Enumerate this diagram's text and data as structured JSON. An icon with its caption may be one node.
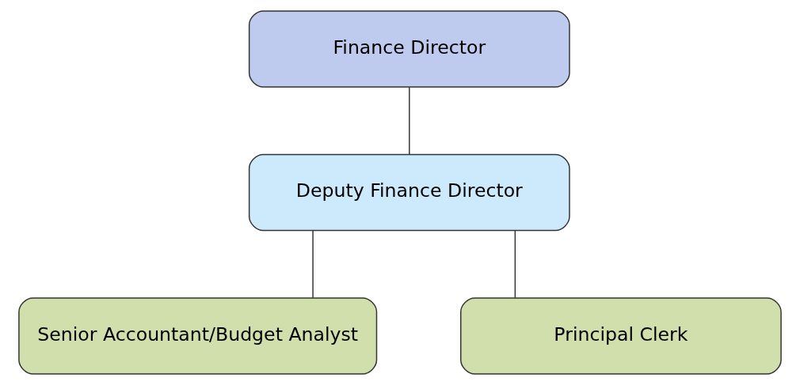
{
  "diagram": {
    "nodes": [
      {
        "text": [
          "Finance Director"
        ]
      },
      {
        "text": [
          "Deputy Finance Director"
        ]
      },
      {
        "text": [
          "Senior Accountant/Budget Analyst"
        ]
      },
      {
        "text": [
          "Principal Clerk"
        ]
      }
    ],
    "edges": [
      {
        "from": 0,
        "to": 1,
        "arrow": "none"
      },
      {
        "from": 1,
        "to": 2,
        "arrow": "none"
      },
      {
        "from": 1,
        "to": 3,
        "arrow": "none"
      }
    ]
  }
}
